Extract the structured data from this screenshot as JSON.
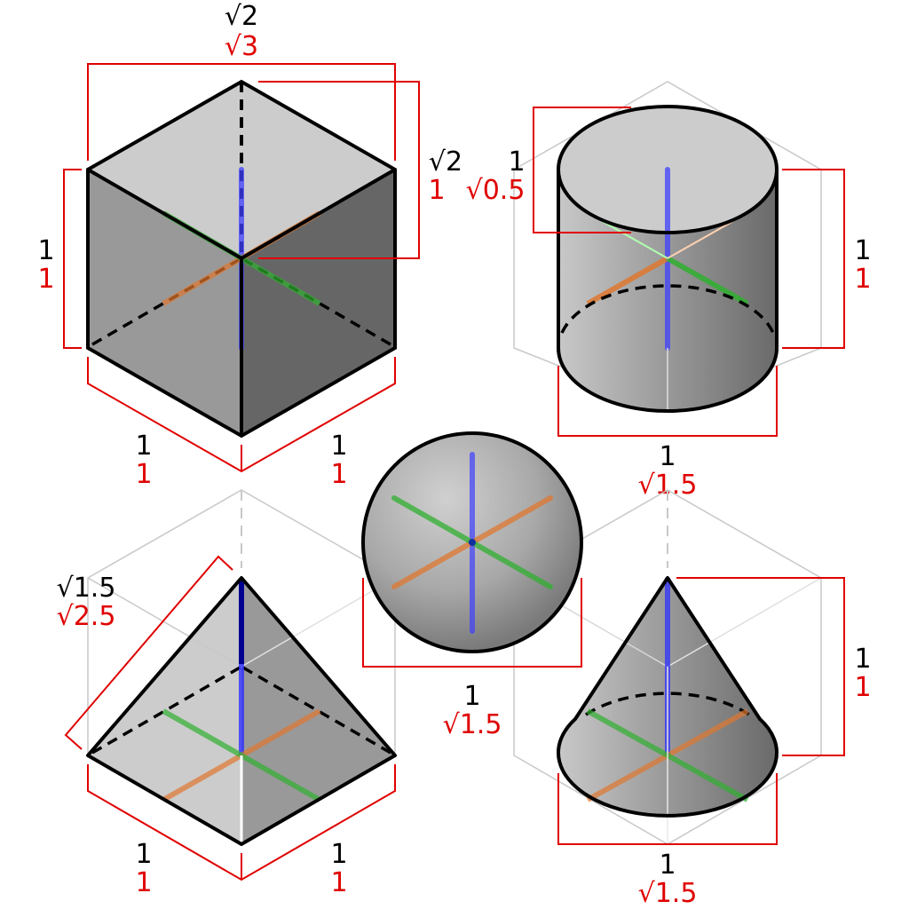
{
  "colors": {
    "dimension_red": "#e00000",
    "axis_blue": "#4040ff",
    "axis_green": "#30b030",
    "axis_orange": "#e07830",
    "guide_gray": "#c8c8c8",
    "outline": "#000000"
  },
  "cube": {
    "top_label_black": "√2",
    "top_label_red": "√3",
    "diag_label_black": "√2",
    "diag_label_red": "1",
    "left_label_black": "1",
    "left_label_red": "1",
    "bottom_left_black": "1",
    "bottom_left_red": "1",
    "bottom_right_black": "1",
    "bottom_right_red": "1"
  },
  "cylinder": {
    "top_label_black": "1",
    "top_label_red": "√0.5",
    "right_label_black": "1",
    "right_label_red": "1",
    "bottom_label_black": "1",
    "bottom_label_red": "√1.5"
  },
  "sphere": {
    "bottom_label_black": "1",
    "bottom_label_red": "√1.5"
  },
  "pyramid": {
    "slant_label_black": "√1.5",
    "slant_label_red": "√2.5",
    "bottom_left_black": "1",
    "bottom_left_red": "1",
    "bottom_right_black": "1",
    "bottom_right_red": "1"
  },
  "cone": {
    "right_label_black": "1",
    "right_label_red": "1",
    "bottom_label_black": "1",
    "bottom_label_red": "√1.5"
  }
}
